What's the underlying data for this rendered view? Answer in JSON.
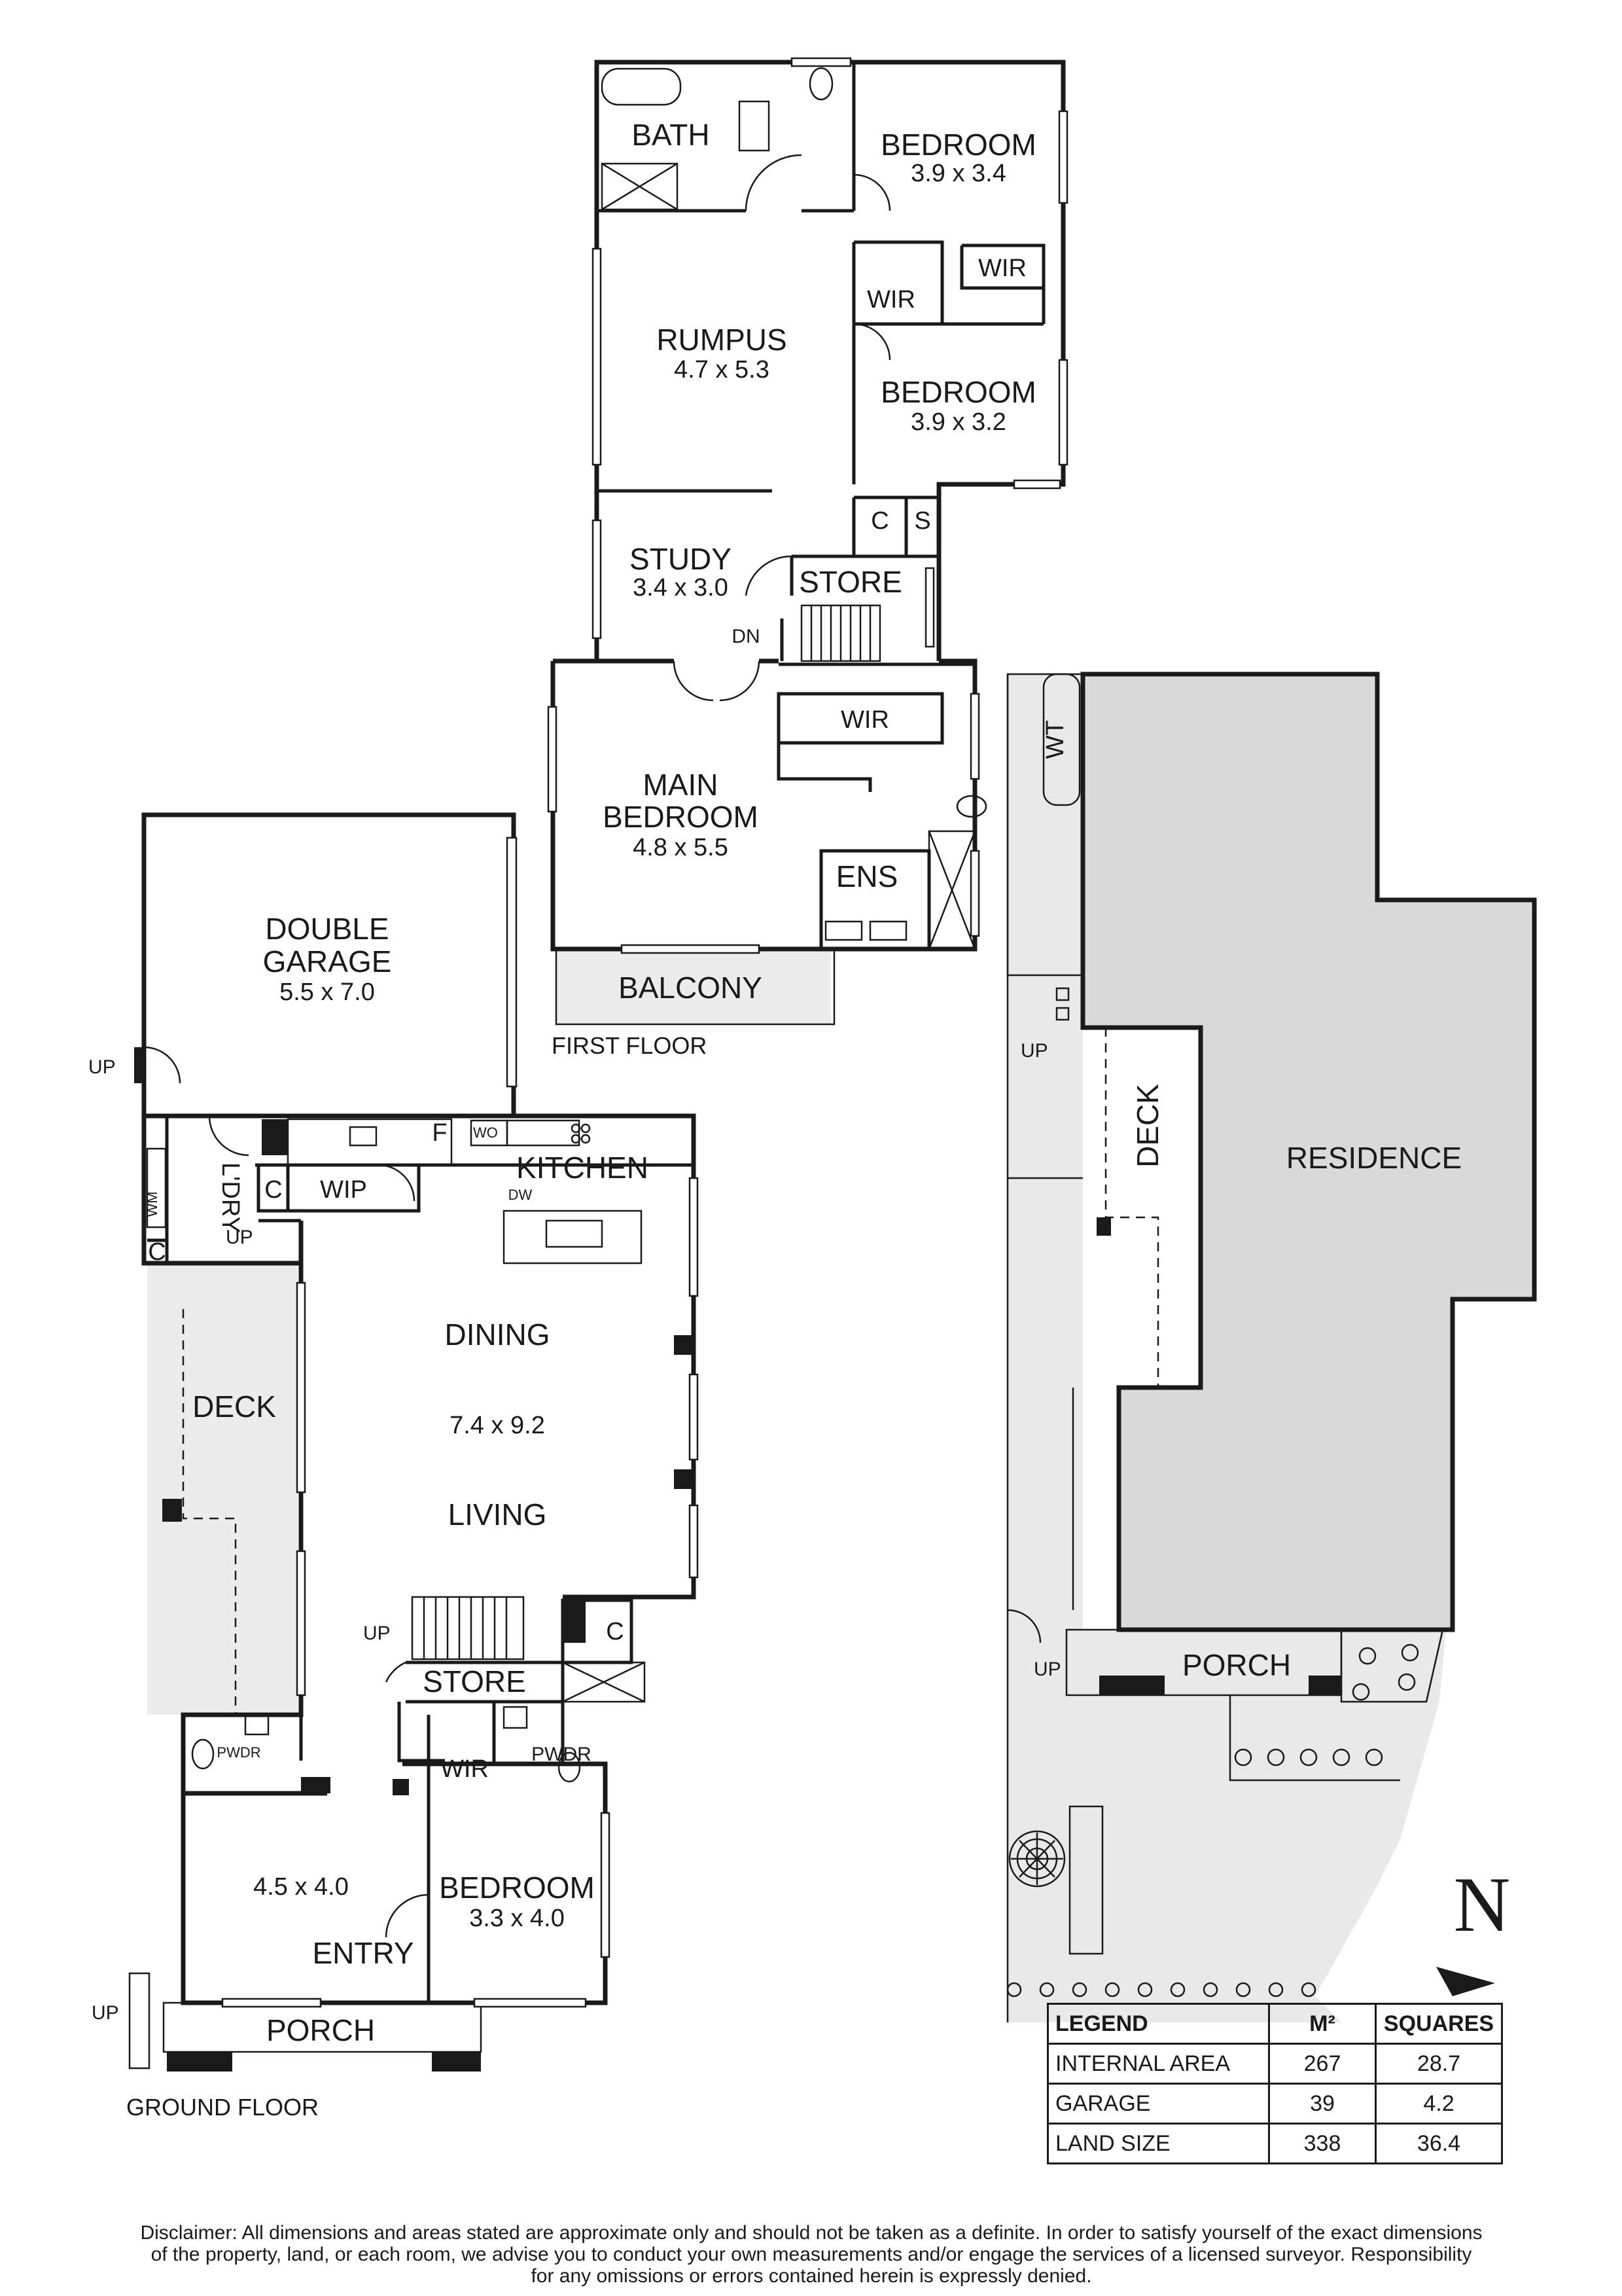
{
  "first_floor": {
    "label": "FIRST FLOOR",
    "rooms": {
      "bath": "BATH",
      "bedroom1": {
        "name": "BEDROOM",
        "dims": "3.9 x 3.4"
      },
      "wir_a": "WIR",
      "wir_b": "WIR",
      "rumpus": {
        "name": "RUMPUS",
        "dims": "4.7 x 5.3"
      },
      "bedroom2": {
        "name": "BEDROOM",
        "dims": "3.9 x 3.2"
      },
      "c": "C",
      "s": "S",
      "study": {
        "name": "STUDY",
        "dims": "3.4 x 3.0"
      },
      "store": "STORE",
      "dn": "DN",
      "wir_main": "WIR",
      "main_bedroom": {
        "name1": "MAIN",
        "name2": "BEDROOM",
        "dims": "4.8 x 5.5"
      },
      "ens": "ENS",
      "balcony": "BALCONY"
    }
  },
  "ground_floor": {
    "label": "GROUND FLOOR",
    "rooms": {
      "garage": {
        "name1": "DOUBLE",
        "name2": "GARAGE",
        "dims": "5.5 x 7.0"
      },
      "up_garage": "UP",
      "f": "F",
      "wo": "WO",
      "kitchen": "KITCHEN",
      "dw": "DW",
      "wip": "WIP",
      "c_kitchen": "C",
      "ldry": "L'DRY",
      "wm": "WM",
      "c_ldry": "C",
      "up_ldry": "UP",
      "deck": "DECK",
      "dining": "DINING",
      "dining_dims": "7.4 x 9.2",
      "living": "LIVING",
      "up_stairs": "UP",
      "store": "STORE",
      "c_stairs": "C",
      "pwdr1": "PWDR",
      "pwdr2": "PWDR",
      "wir": "WIR",
      "front_room_dims": "4.5 x 4.0",
      "entry": "ENTRY",
      "bedroom": {
        "name": "BEDROOM",
        "dims": "3.3 x 4.0"
      },
      "porch": "PORCH",
      "up_porch": "UP"
    }
  },
  "site_plan": {
    "wt": "WT",
    "up_side": "UP",
    "deck": "DECK",
    "residence": "RESIDENCE",
    "up_porch": "UP",
    "porch": "PORCH"
  },
  "compass": {
    "letter": "N"
  },
  "legend": {
    "headers": [
      "LEGEND",
      "M²",
      "SQUARES"
    ],
    "rows": [
      {
        "label": "INTERNAL AREA",
        "m2": "267",
        "squares": "28.7"
      },
      {
        "label": "GARAGE",
        "m2": "39",
        "squares": "4.2"
      },
      {
        "label": "LAND SIZE",
        "m2": "338",
        "squares": "36.4"
      }
    ]
  },
  "disclaimer": {
    "line1": "Disclaimer: All dimensions and areas stated are approximate only and should not be taken as a definite. In order to satisfy yourself of the exact dimensions",
    "line2": "of the property, land, or each room, we advise you to conduct your own measurements and/or engage the services of a licensed surveyor. Responsibility",
    "line3": "for any omissions or errors contained herein is expressly denied."
  }
}
